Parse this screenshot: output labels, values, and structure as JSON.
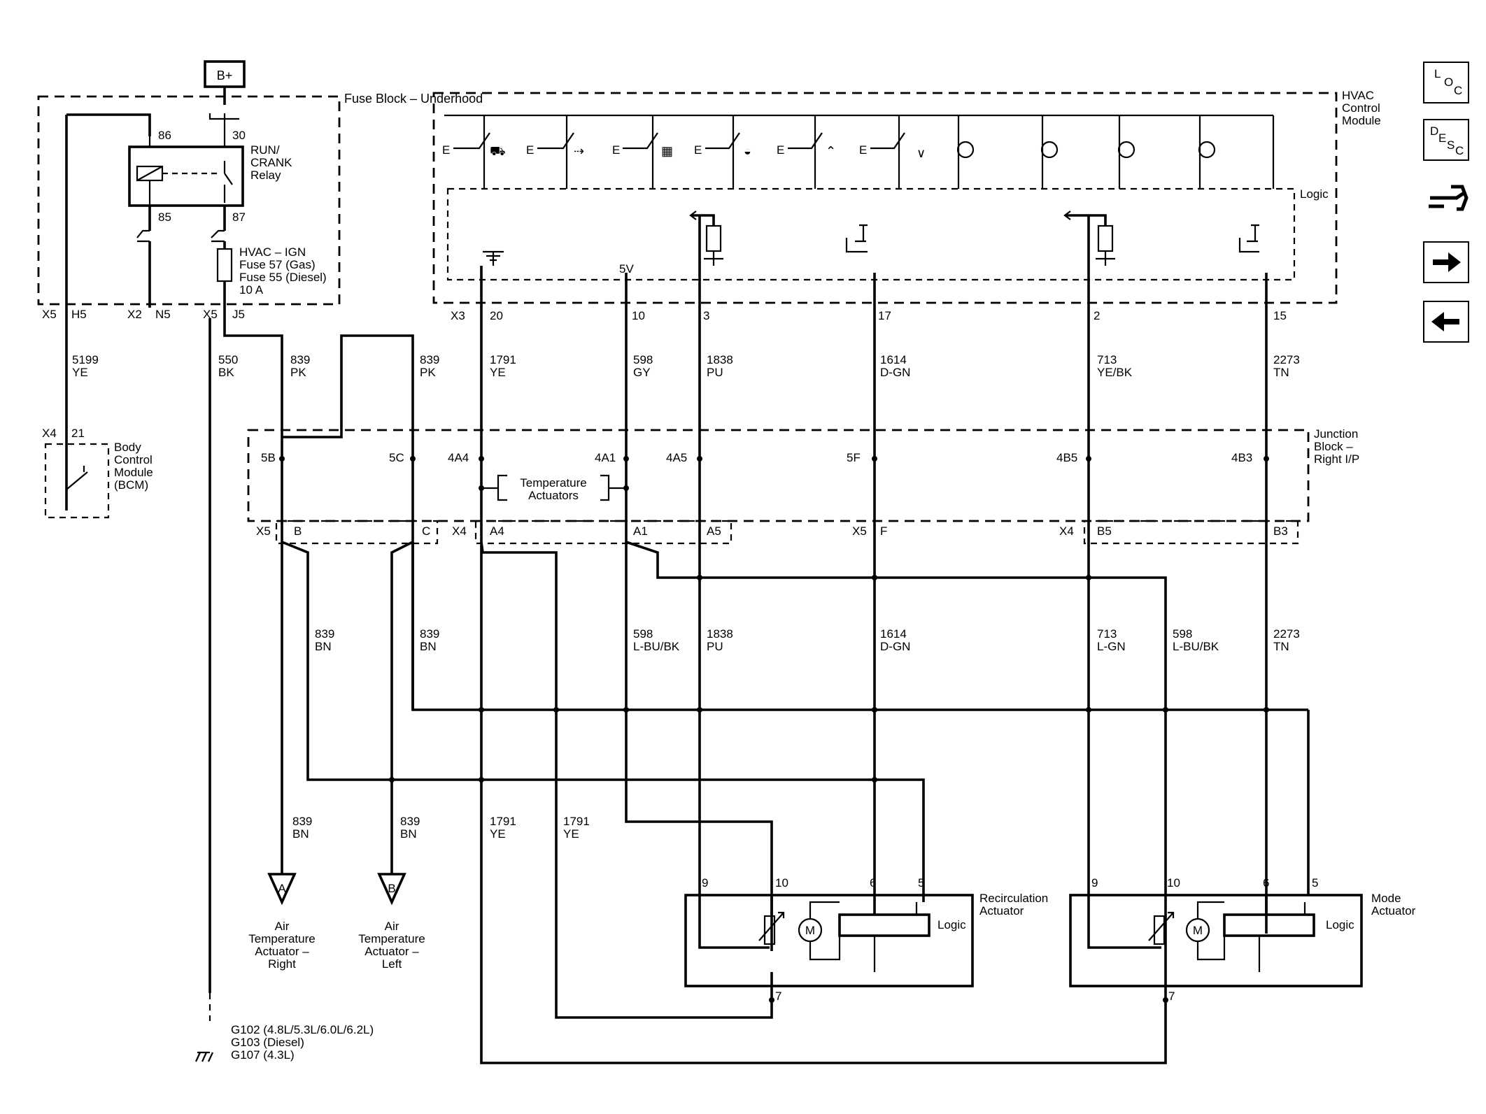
{
  "supply": {
    "battery": "B+"
  },
  "fuse_block": {
    "name": "Fuse Block – Underhood",
    "relay_label": "RUN/ CRANK Relay",
    "relay_pins": [
      "86",
      "30",
      "85",
      "87"
    ],
    "fuse_label": "HVAC – IGN Fuse 57 (Gas) Fuse 55 (Diesel) 10 A",
    "connectors": [
      "X5",
      "H5",
      "X2",
      "N5",
      "X5",
      "J5"
    ]
  },
  "hvac_module": {
    "name": "HVAC Control Module",
    "logic_label": "Logic",
    "voltage_label": "5V",
    "connector": "X3",
    "pins": [
      "20",
      "10",
      "3",
      "17",
      "2",
      "15"
    ]
  },
  "circuits_top": [
    {
      "num": "5199",
      "color": "YE"
    },
    {
      "num": "550",
      "color": "BK"
    },
    {
      "num": "839",
      "color": "PK"
    },
    {
      "num": "839",
      "color": "PK"
    },
    {
      "num": "1791",
      "color": "YE"
    },
    {
      "num": "598",
      "color": "GY"
    },
    {
      "num": "1838",
      "color": "PU"
    },
    {
      "num": "1614",
      "color": "D-GN"
    },
    {
      "num": "713",
      "color": "YE/BK"
    },
    {
      "num": "2273",
      "color": "TN"
    }
  ],
  "bcm": {
    "name": "Body Control Module (BCM)",
    "connector": "X4",
    "pin": "21"
  },
  "junction_block": {
    "name": "Junction Block – Right I/P",
    "pins": [
      "5B",
      "5C",
      "4A4",
      "4A1",
      "4A5",
      "5F",
      "4B5",
      "4B3"
    ],
    "temp_box": "Temperature Actuators",
    "bottom_connectors": [
      "X5",
      "B",
      "C",
      "X4",
      "A4",
      "A1",
      "A5",
      "X5",
      "F",
      "X4",
      "B5",
      "B3"
    ]
  },
  "circuits_mid": [
    {
      "num": "839",
      "color": "BN"
    },
    {
      "num": "839",
      "color": "BN"
    },
    {
      "num": "598",
      "color": "L-BU/BK"
    },
    {
      "num": "1838",
      "color": "PU"
    },
    {
      "num": "1614",
      "color": "D-GN"
    },
    {
      "num": "713",
      "color": "L-GN"
    },
    {
      "num": "598",
      "color": "L-BU/BK"
    },
    {
      "num": "2273",
      "color": "TN"
    }
  ],
  "circuits_low": [
    {
      "num": "839",
      "color": "BN"
    },
    {
      "num": "839",
      "color": "BN"
    },
    {
      "num": "1791",
      "color": "YE"
    },
    {
      "num": "1791",
      "color": "YE"
    }
  ],
  "offpage": [
    {
      "letter": "A",
      "label": "Air Temperature Actuator – Right"
    },
    {
      "letter": "B",
      "label": "Air Temperature Actuator – Left"
    }
  ],
  "recirc_actuator": {
    "name": "Recirculation Actuator",
    "pins": [
      "9",
      "10",
      "6",
      "5",
      "7"
    ],
    "logic": "Logic",
    "motor": "M"
  },
  "mode_actuator": {
    "name": "Mode Actuator",
    "pins": [
      "9",
      "10",
      "6",
      "5",
      "7"
    ],
    "logic": "Logic",
    "motor": "M"
  },
  "ground": {
    "label": "G102 (4.8L/5.3L/6.0L/6.2L) G103 (Diesel) G107 (4.3L)"
  },
  "nav": {
    "loc": "LOC",
    "desc": "DESC",
    "conn": "connector-icon",
    "next": "right-arrow-icon",
    "prev": "left-arrow-icon"
  }
}
